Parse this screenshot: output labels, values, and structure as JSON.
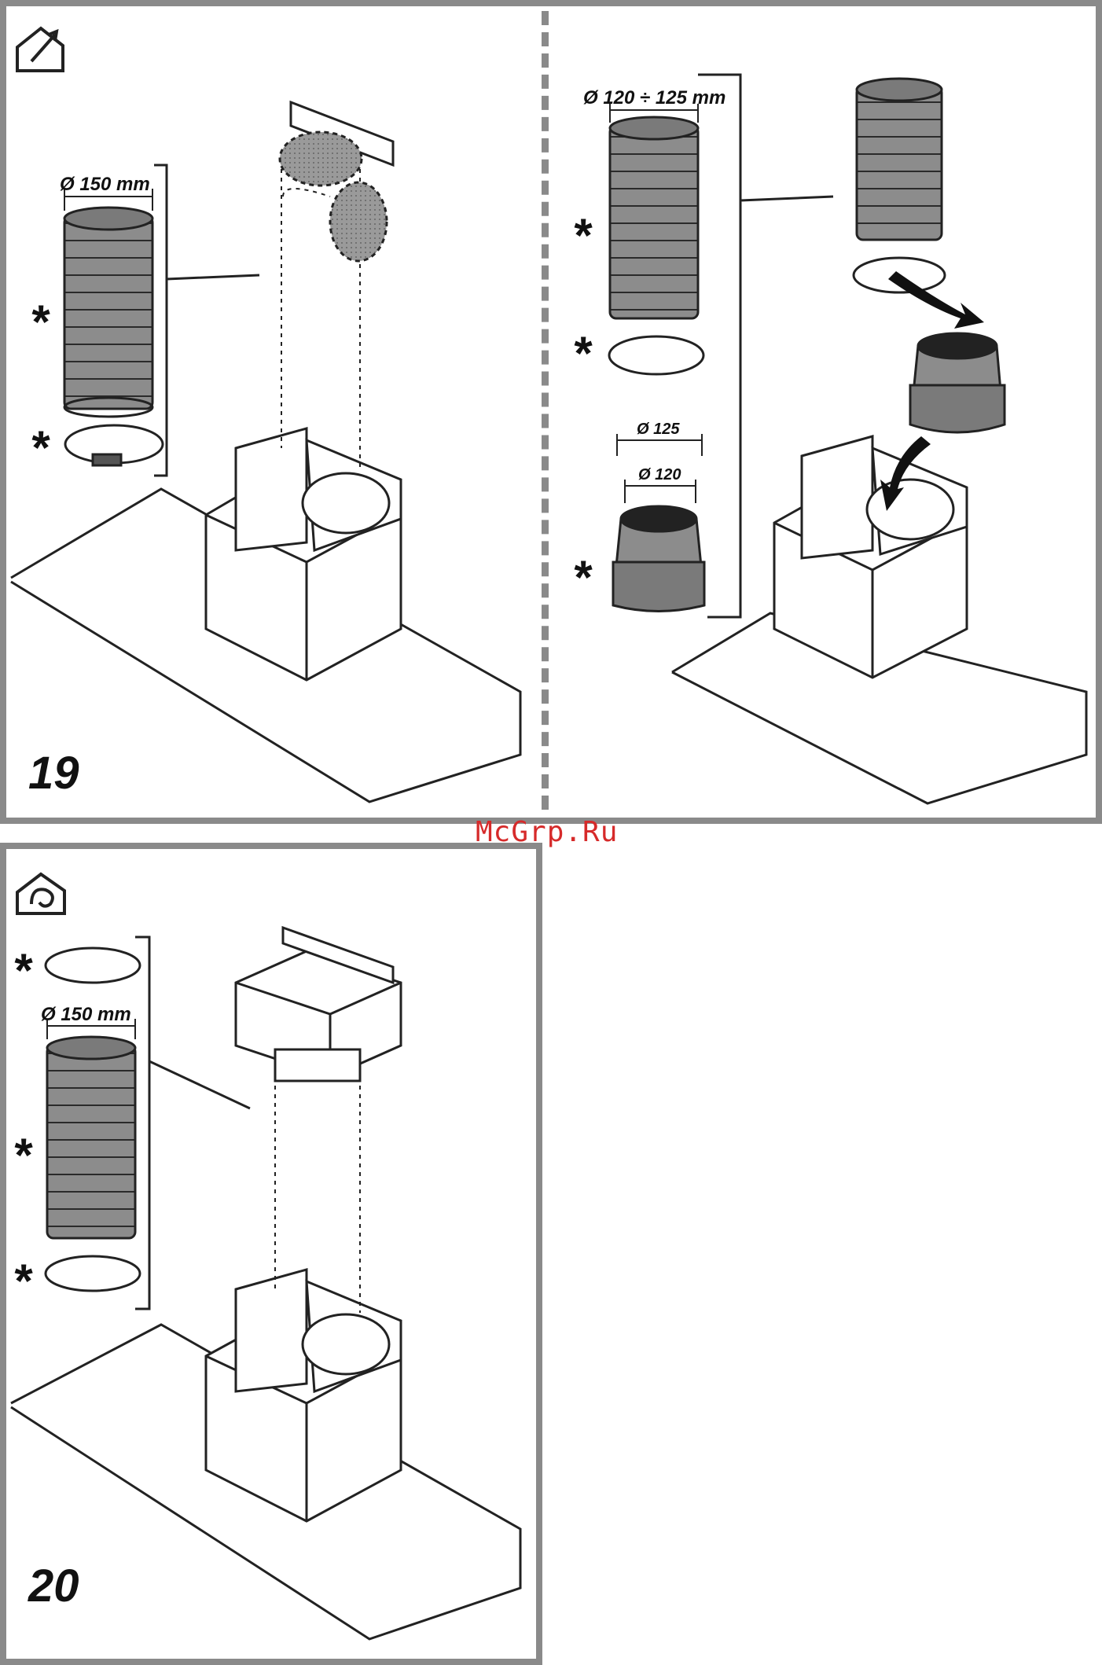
{
  "figures": {
    "fig19": {
      "number": "19",
      "left": {
        "duct_label": "Ø 150 mm",
        "asterisks": [
          "*",
          "*"
        ]
      },
      "right": {
        "duct_label": "Ø 120 ÷ 125 mm",
        "adapter_outer_label": "Ø 125",
        "adapter_inner_label": "Ø 120",
        "asterisks": [
          "*",
          "*",
          "*"
        ]
      },
      "icon": "ducted-house-icon"
    },
    "fig20": {
      "number": "20",
      "duct_label": "Ø 150 mm",
      "asterisks": [
        "*",
        "*",
        "*"
      ],
      "icon": "recirculation-house-icon"
    }
  },
  "watermark": "McGrp.Ru",
  "colors": {
    "frame": "#8a8a8a",
    "duct": "#8c8c8c",
    "watermark": "#d62a2a"
  }
}
